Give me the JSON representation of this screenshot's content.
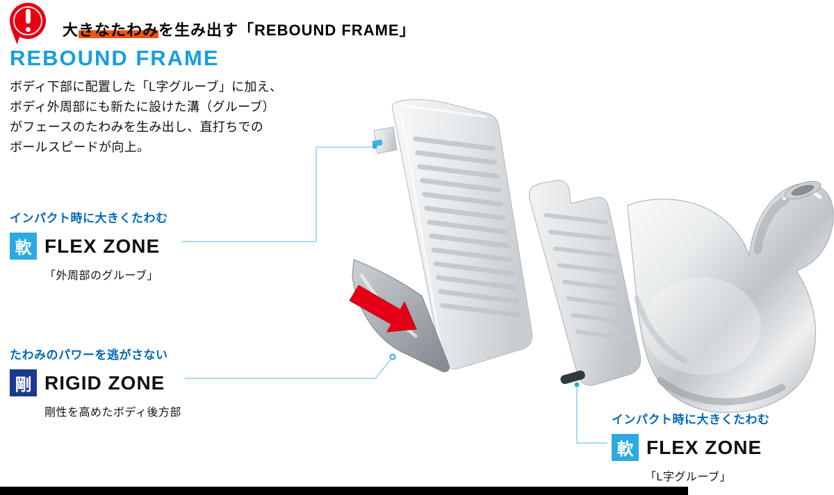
{
  "section": {
    "banner": {
      "icon": "alert-exclamation-bubble",
      "title_prefix": "大",
      "title_highlight": "きなたわみ",
      "title_suffix": "を生み出す「REBOUND FRAME」"
    },
    "intro": {
      "heading": "REBOUND FRAME",
      "body_lines": [
        "ボディ下部に配置した「L字グルーブ」に加え、",
        "ボディ外周部にも新たに設けた溝（グルーブ）",
        "がフェースのたわみを生み出し、直打ちでの",
        "ボールスピードが向上。"
      ]
    },
    "callouts": {
      "flex_outer": {
        "tagline": "インパクト時に大きくたわむ",
        "badge": "軟",
        "name": "FLEX ZONE",
        "caption": "「外周部のグルーブ」"
      },
      "rigid": {
        "tagline": "たわみのパワーを逃がさない",
        "badge": "剛",
        "name": "RIGID ZONE",
        "caption": "剛性を高めたボディ後方部"
      },
      "flex_l": {
        "tagline": "インパクト時に大きくたわむ",
        "badge": "軟",
        "name": "FLEX ZONE",
        "caption": "「L字グルーブ」"
      }
    },
    "illustration": {
      "subject": "exploded-iron-club-head",
      "parts": [
        "face-plate-with-grooves",
        "inner-plate",
        "chrome-body-with-hosel",
        "sole-wing",
        "red-l-groove-arrow"
      ]
    },
    "colors": {
      "accent_blue": "#149fe1",
      "deep_blue": "#0068b7",
      "soft_zone_blue": "#2aabe2",
      "rigid_zone_navy": "#1b3a8f",
      "connector_blue": "#a5dbf3",
      "marker_orange": "#ea5514",
      "alert_red": "#e60012",
      "arrow_red": "#e50019",
      "footer_black": "#000000"
    }
  }
}
